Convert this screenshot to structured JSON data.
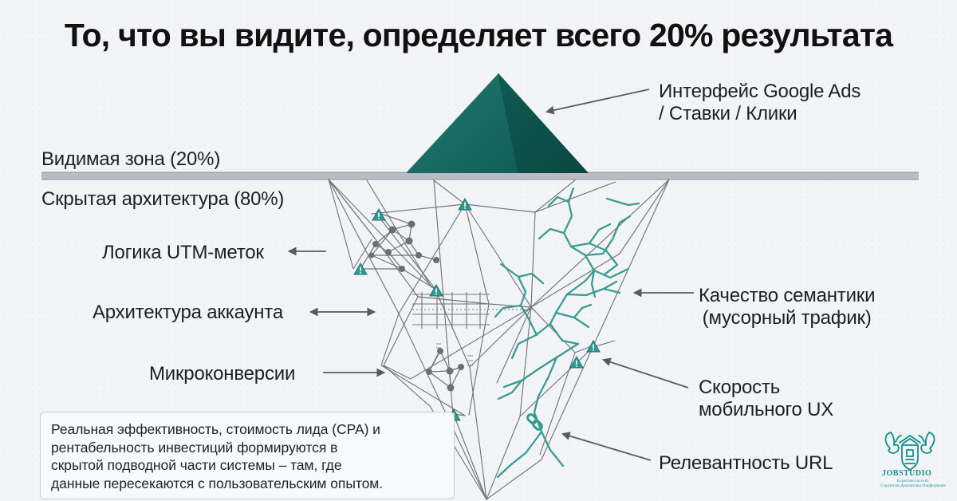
{
  "title": "То, что вы видите, определяет всего 20% результата",
  "zones": {
    "visible": "Видимая зона (20%)",
    "hidden": "Скрытая архитектура (80%)"
  },
  "callouts": {
    "top_right_line1": "Интерфейс Google Ads",
    "top_right_line2": "/ Ставки / Клики",
    "utm": "Логика UTM-меток",
    "account": "Архитектура аккаунта",
    "micro": "Микроконверсии",
    "semantics_line1": "Качество семантики",
    "semantics_line2": "(мусорный трафик)",
    "speed_line1": "Скорость",
    "speed_line2": "мобильного UX",
    "url": "Релевантность URL"
  },
  "note": {
    "line1": "Реальная эффективность, стоимость лида (CPA) и",
    "line2": "рентабельность инвестиций формируются в",
    "line3": "скрытой подводной части системы – там, где",
    "line4": "данные пересекаются с пользовательским опытом."
  },
  "brand": {
    "name": "JOBSTUDIO",
    "tagline_line1": "Expertise.Growth.",
    "tagline_line2": "Стратегия.Аналитика.Перформанс"
  },
  "colors": {
    "background": "#f3f4f7",
    "accent": "#0f8f8b",
    "pyramid": "#1a6f67",
    "line": "#7b8089"
  }
}
